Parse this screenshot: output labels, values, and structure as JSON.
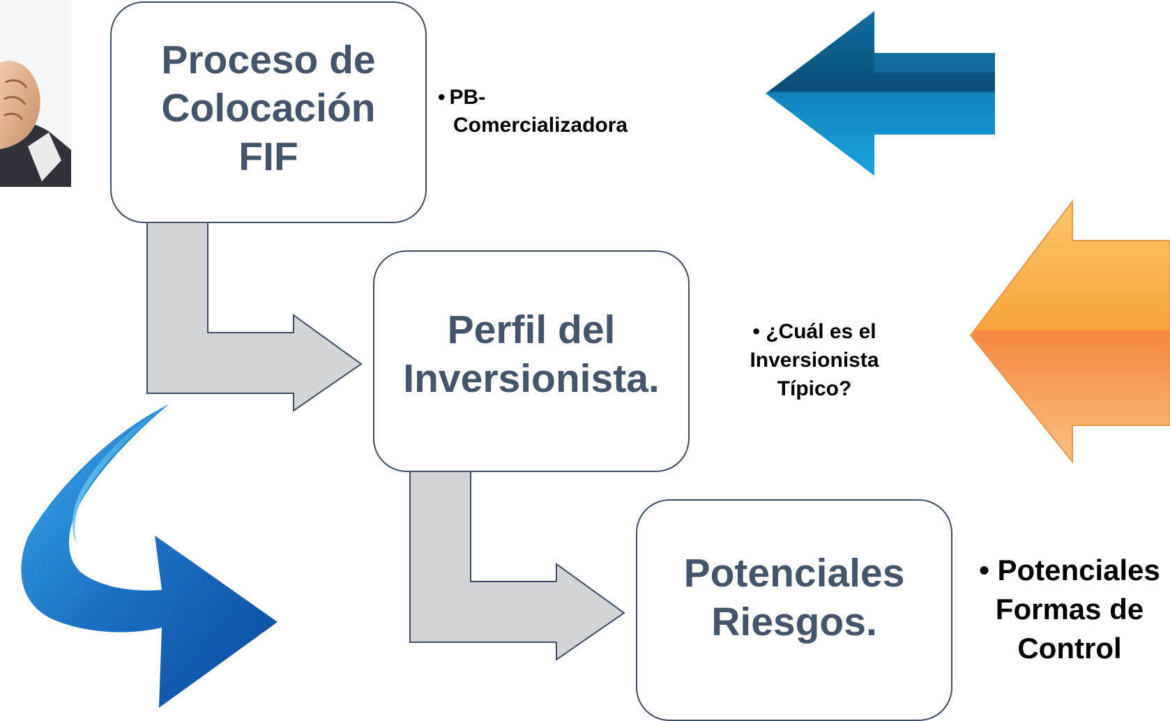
{
  "diagram": {
    "steps": [
      {
        "title_lines": [
          "Proceso de",
          "Colocación",
          "FIF"
        ]
      },
      {
        "title_lines": [
          "Perfil del",
          "Inversionista."
        ]
      },
      {
        "title_lines": [
          "Potenciales",
          "Riesgos."
        ]
      }
    ],
    "notes": [
      {
        "lines": [
          "PB-",
          "Comercializadora"
        ]
      },
      {
        "lines": [
          "• ¿Cuál es el",
          "Inversionista",
          "Típico?"
        ]
      },
      {
        "lines": [
          "• Potenciales",
          "Formas de",
          "Control"
        ]
      }
    ]
  },
  "colors": {
    "box_border": "#3e4d63",
    "title_text": "#44546a",
    "connector_fill": "#d2d4d8",
    "connector_stroke": "#3e4d63",
    "blue_arrow_dark": "#0a5f8f",
    "blue_arrow_light": "#1aa0dc",
    "orange_arrow_light": "#f9b24a",
    "orange_arrow_dark": "#f27a3a",
    "curved_arrow_blue": "#1463b5"
  },
  "icons": {
    "photo": "person-hand-photo",
    "top_arrow": "left-arrow-blue",
    "middle_arrow": "left-arrow-orange",
    "curved_arrow": "curved-arrow-blue"
  }
}
